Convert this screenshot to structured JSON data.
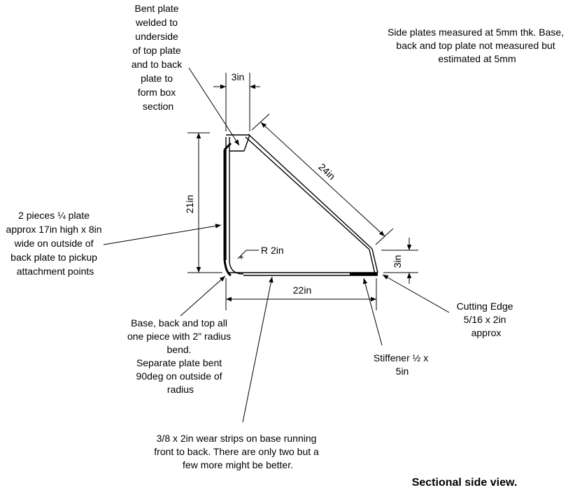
{
  "notes": {
    "bent_plate": [
      "Bent plate",
      "welded to",
      "underside",
      "of top plate",
      "and to back",
      "plate to",
      "form box",
      "section"
    ],
    "thickness": [
      "Side plates measured at 5mm thk. Base,",
      "back and top plate not measured but",
      "estimated at 5mm"
    ],
    "side_pieces": [
      "2 pieces ¼ plate",
      "approx 17in high x 8in",
      "wide on outside of",
      "back plate to pickup",
      "attachment points"
    ],
    "base_back_top": [
      "Base, back and top all",
      "one piece with 2\" radius",
      "bend.",
      "Separate plate bent",
      "90deg on outside of",
      "radius"
    ],
    "cutting_edge": [
      "Cutting Edge",
      "5/16 x 2in",
      "approx"
    ],
    "stiffener": [
      "Stiffener ½ x",
      "5in"
    ],
    "wear_strips": [
      "3/8 x 2in wear strips on base running",
      "front to back. There are only two but a",
      "few more might be better."
    ]
  },
  "dimensions": {
    "top_width": "3in",
    "diagonal": "24in",
    "height": "21in",
    "base": "22in",
    "radius": "R 2in",
    "lip_height": "3in"
  },
  "caption": "Sectional side view.",
  "colors": {
    "line": "#000000",
    "background": "#ffffff"
  }
}
